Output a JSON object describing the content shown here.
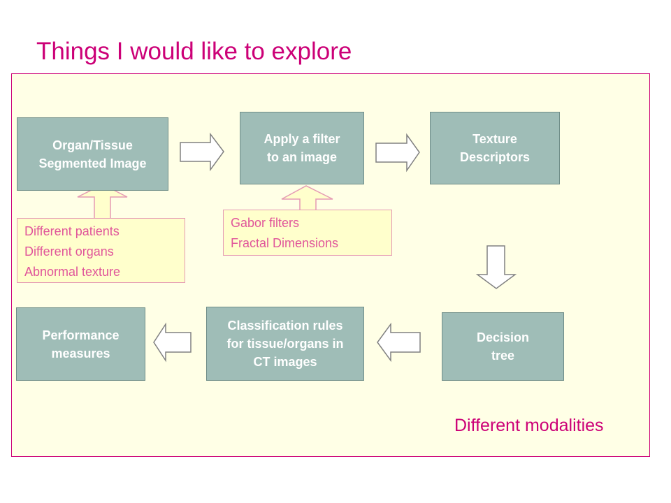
{
  "title": "Things I would like to explore",
  "colors": {
    "title": "#cc0077",
    "panel_fill": "#ffffe6",
    "box_fill": "#9fbdb7",
    "note_fill": "#ffffcc",
    "note_text": "#e0559a"
  },
  "boxes": {
    "organ_tissue": "Organ/Tissue\nSegmented Image",
    "apply_filter": "Apply a filter\nto an image",
    "texture": "Texture\nDescriptors",
    "decision_tree": "Decision\ntree",
    "classification": "Classification rules\nfor tissue/organs in\nCT images",
    "performance": "Performance\nmeasures"
  },
  "notes": {
    "inputs": "Different patients\nDifferent organs\nAbnormal texture",
    "filters": "Gabor filters\nFractal Dimensions"
  },
  "footer": "Different modalities",
  "arrows": {
    "icon": "block-arrow-icon"
  }
}
